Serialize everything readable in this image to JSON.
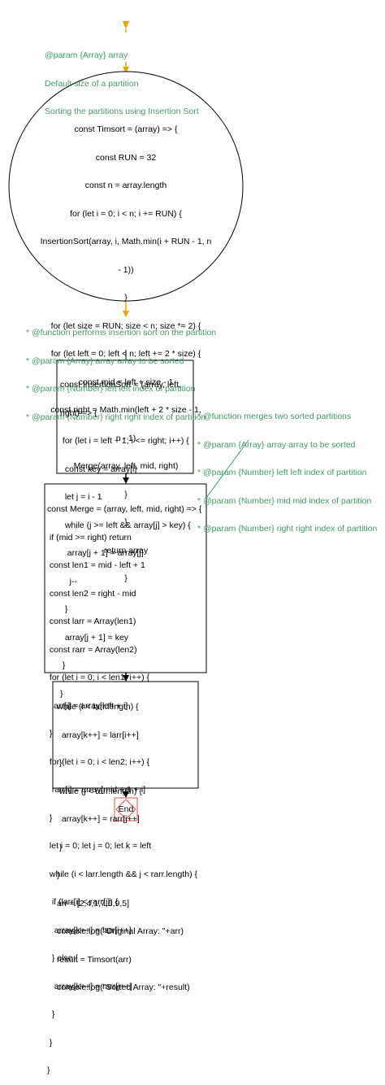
{
  "colors": {
    "arrow": "#f2a200",
    "comment_text": "#3d9a6a",
    "end_border": "#d9534f",
    "stroke": "#000000"
  },
  "comments": {
    "start": [
      "@param {Array} array",
      "Default size of a partition",
      "Sorting the partitions using Insertion Sort"
    ],
    "insertion": [
      "* @function performs insertion sort on the partition",
      "* @param {Array} array array to be sorted",
      "* @param {Number} left left index of partition",
      "* @param {Number} right right index of partition"
    ],
    "merge": [
      "* @function merges two sorted partitions",
      "* @param {Array} array array to be sorted",
      "* @param {Number} left left index of partition",
      "* @param {Number} mid mid index of partition",
      "* @param {Number} right right index of partition"
    ]
  },
  "nodes": {
    "timsort": [
      "const Timsort = (array) => {",
      "const RUN = 32",
      "const n = array.length",
      "for (let i = 0; i < n; i += RUN) {",
      "InsertionSort(array, i, Math.min(i + RUN - 1, n",
      "- 1))",
      "}",
      "for (let size = RUN; size < n; size *= 2) {",
      "for (let left = 0; left < n; left += 2 * size) {",
      "const mid = left + size - 1",
      "const right = Math.min(left + 2 * size - 1,",
      "n - 1)",
      "Merge(array, left, mid, right)",
      "}",
      "}",
      "return array",
      "}"
    ],
    "insertion_sort": [
      "const InsertionSort = (array, left,",
      "right) => {",
      " for (let i = left + 1; i <= right; i++) {",
      "  const key = array[i]",
      "  let j = i - 1",
      "  while (j >= left && array[j] > key) {",
      "   array[j + 1] = array[j]",
      "    j--",
      "  }",
      "  array[j + 1] = key",
      " }",
      "}"
    ],
    "merge": [
      "const Merge = (array, left, mid, right) => {",
      " if (mid >= right) return",
      " const len1 = mid - left + 1",
      " const len2 = right - mid",
      " const larr = Array(len1)",
      " const rarr = Array(len2)",
      " for (let i = 0; i < len1; i++) {",
      "  larr[i] = array[left + i]",
      " }",
      " for (let i = 0; i < len2; i++) {",
      "  rarr[i] = array[mid + 1 + i]",
      " }",
      " let i = 0; let j = 0; let k = left",
      " while (i < larr.length && j < rarr.length) {",
      "  if (larr[i] < rarr[j]) {",
      "   array[k++] = larr[i++]",
      "  } else {",
      "   array[k++] = rarr[j++]",
      "  }",
      " }",
      "}"
    ],
    "final": [
      "while (i < larr.length) {",
      "  array[k++] = larr[i++]",
      " }",
      " while (j < rarr.length) {",
      "  array[k++] = rarr[j++]",
      " }",
      "}",
      "arr = [2,4,1,7,6,9,5]",
      "console.log(\"Original Array: \"+arr)",
      "result = Timsort(arr)",
      "console.log(\"Sorted Array: \"+result)"
    ],
    "end": "End"
  }
}
